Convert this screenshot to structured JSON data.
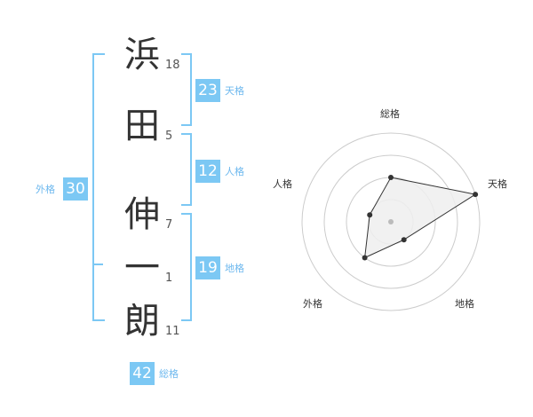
{
  "name": {
    "characters": [
      {
        "char": "浜",
        "strokes": "18"
      },
      {
        "char": "田",
        "strokes": "5"
      },
      {
        "char": "伸",
        "strokes": "7"
      },
      {
        "char": "一",
        "strokes": "1"
      },
      {
        "char": "朗",
        "strokes": "11"
      }
    ]
  },
  "fortune": {
    "tenkaku": {
      "label": "天格",
      "value": "23"
    },
    "jinkaku": {
      "label": "人格",
      "value": "12"
    },
    "chikaku": {
      "label": "地格",
      "value": "19"
    },
    "gaikaku": {
      "label": "外格",
      "value": "30"
    },
    "soukaku": {
      "label": "総格",
      "value": "42"
    }
  },
  "radar": {
    "axes": [
      "総格",
      "天格",
      "地格",
      "外格",
      "人格"
    ],
    "rings": 4,
    "levels": [
      2,
      4,
      1,
      2,
      1
    ],
    "max_level": 4,
    "colors": {
      "fill": "#efefef",
      "line": "#333333",
      "grid": "#cccccc",
      "point": "#333333",
      "center": "#bbbbbb"
    }
  },
  "colors": {
    "accent": "#7cc8f4",
    "label_text": "#6db8ee"
  }
}
